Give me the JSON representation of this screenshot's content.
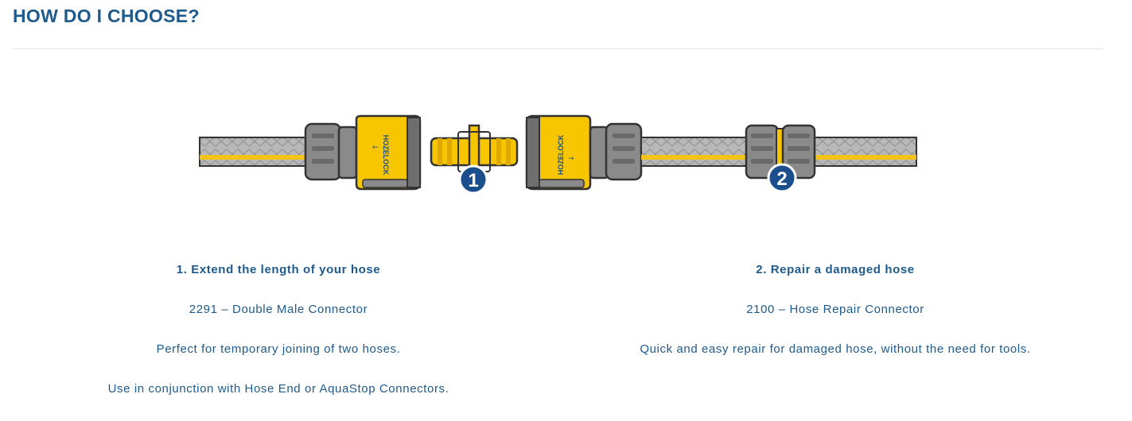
{
  "header": {
    "title": "HOW DO I CHOOSE?"
  },
  "diagram": {
    "brand_left": "HOZELOCK",
    "brand_right": "HOZELOCK",
    "badge_1": "1",
    "badge_2": "2",
    "colors": {
      "hose_grey": "#b5b5b5",
      "stripe_yellow": "#f2c318",
      "connector_yellow": "#f7c600",
      "badge_blue": "#1a4e8c",
      "dark_grey": "#6e6e6e"
    }
  },
  "options": [
    {
      "heading": "1. Extend the length of your hose",
      "product": "2291 – Double Male Connector",
      "lines": [
        "Perfect for temporary joining of two hoses.",
        "Use in conjunction with Hose End or AquaStop Connectors."
      ]
    },
    {
      "heading": "2. Repair a damaged hose",
      "product": "2100 – Hose Repair Connector",
      "lines": [
        "Quick and easy repair for damaged hose, without the need for tools."
      ]
    }
  ]
}
